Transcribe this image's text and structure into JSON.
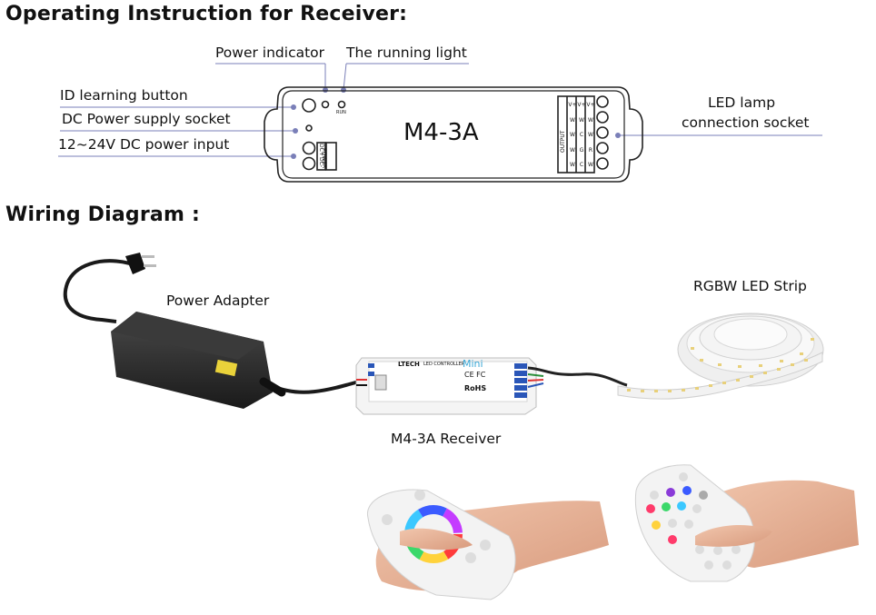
{
  "section1": {
    "heading": "Operating Instruction for Receiver:",
    "labels": {
      "power_indicator": "Power indicator",
      "running_light": "The running light",
      "id_button": "ID learning button",
      "dc_socket": "DC Power supply socket",
      "dc_input": "12~24V DC power input",
      "lamp_socket_line1": "LED lamp",
      "lamp_socket_line2": "connection socket"
    },
    "device": {
      "model": "M4-3A",
      "run_mark": "RUN",
      "power_mark": "POWER",
      "dc_plus": "DC+",
      "dc_minus": "DC-",
      "output_mark": "OUTPUT",
      "terminal_cols": [
        [
          "V+",
          "W",
          "W",
          "W",
          "W"
        ],
        [
          "V+",
          "W",
          "C",
          "G",
          "C"
        ],
        [
          "V+",
          "W",
          "W",
          "R",
          "W"
        ]
      ]
    }
  },
  "section2": {
    "heading": "Wiring Diagram :",
    "labels": {
      "adapter": "Power Adapter",
      "strip": "RGBW LED Strip",
      "receiver": "M4-3A Receiver"
    },
    "controller": {
      "brand": "LTECH",
      "brand_sub": "LED CONTROLLER",
      "series": "Mini",
      "marks": "CE FC",
      "rohs": "RoHS"
    }
  },
  "colors": {
    "leader_line": "#7a7fb8",
    "device_outline": "#222222",
    "cable": "#1a1a1a",
    "adapter_body": "#2a2a2a",
    "skin": "#e8b49a",
    "remote_body": "#f3f3f3"
  }
}
